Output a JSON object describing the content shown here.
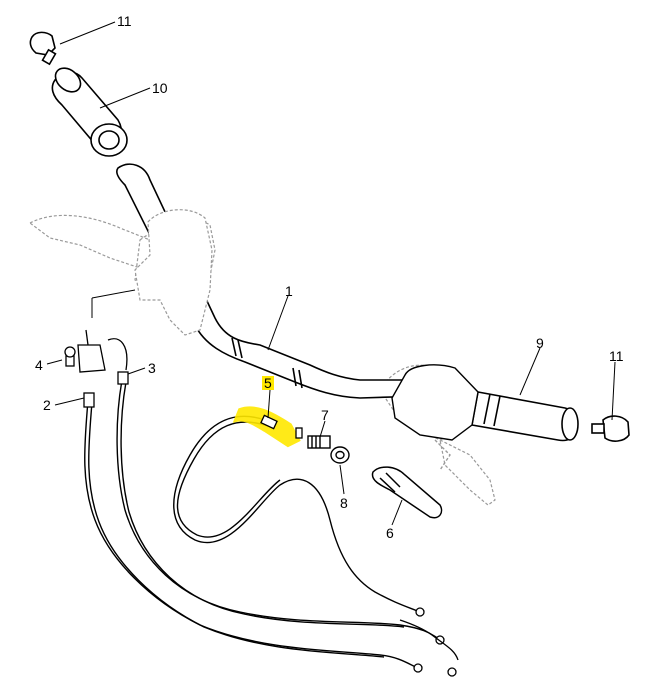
{
  "callouts": {
    "c1": "1",
    "c2": "2",
    "c3": "3",
    "c4": "4",
    "c5": "5",
    "c6": "6",
    "c7": "7",
    "c8": "8",
    "c9": "9",
    "c10": "10",
    "c11_top": "11",
    "c11_right": "11"
  },
  "colors": {
    "line": "#000000",
    "highlight": "#ffe800",
    "part_fill": "#ffffff",
    "ghost": "#9a9a9a"
  },
  "highlighted_part": "5"
}
